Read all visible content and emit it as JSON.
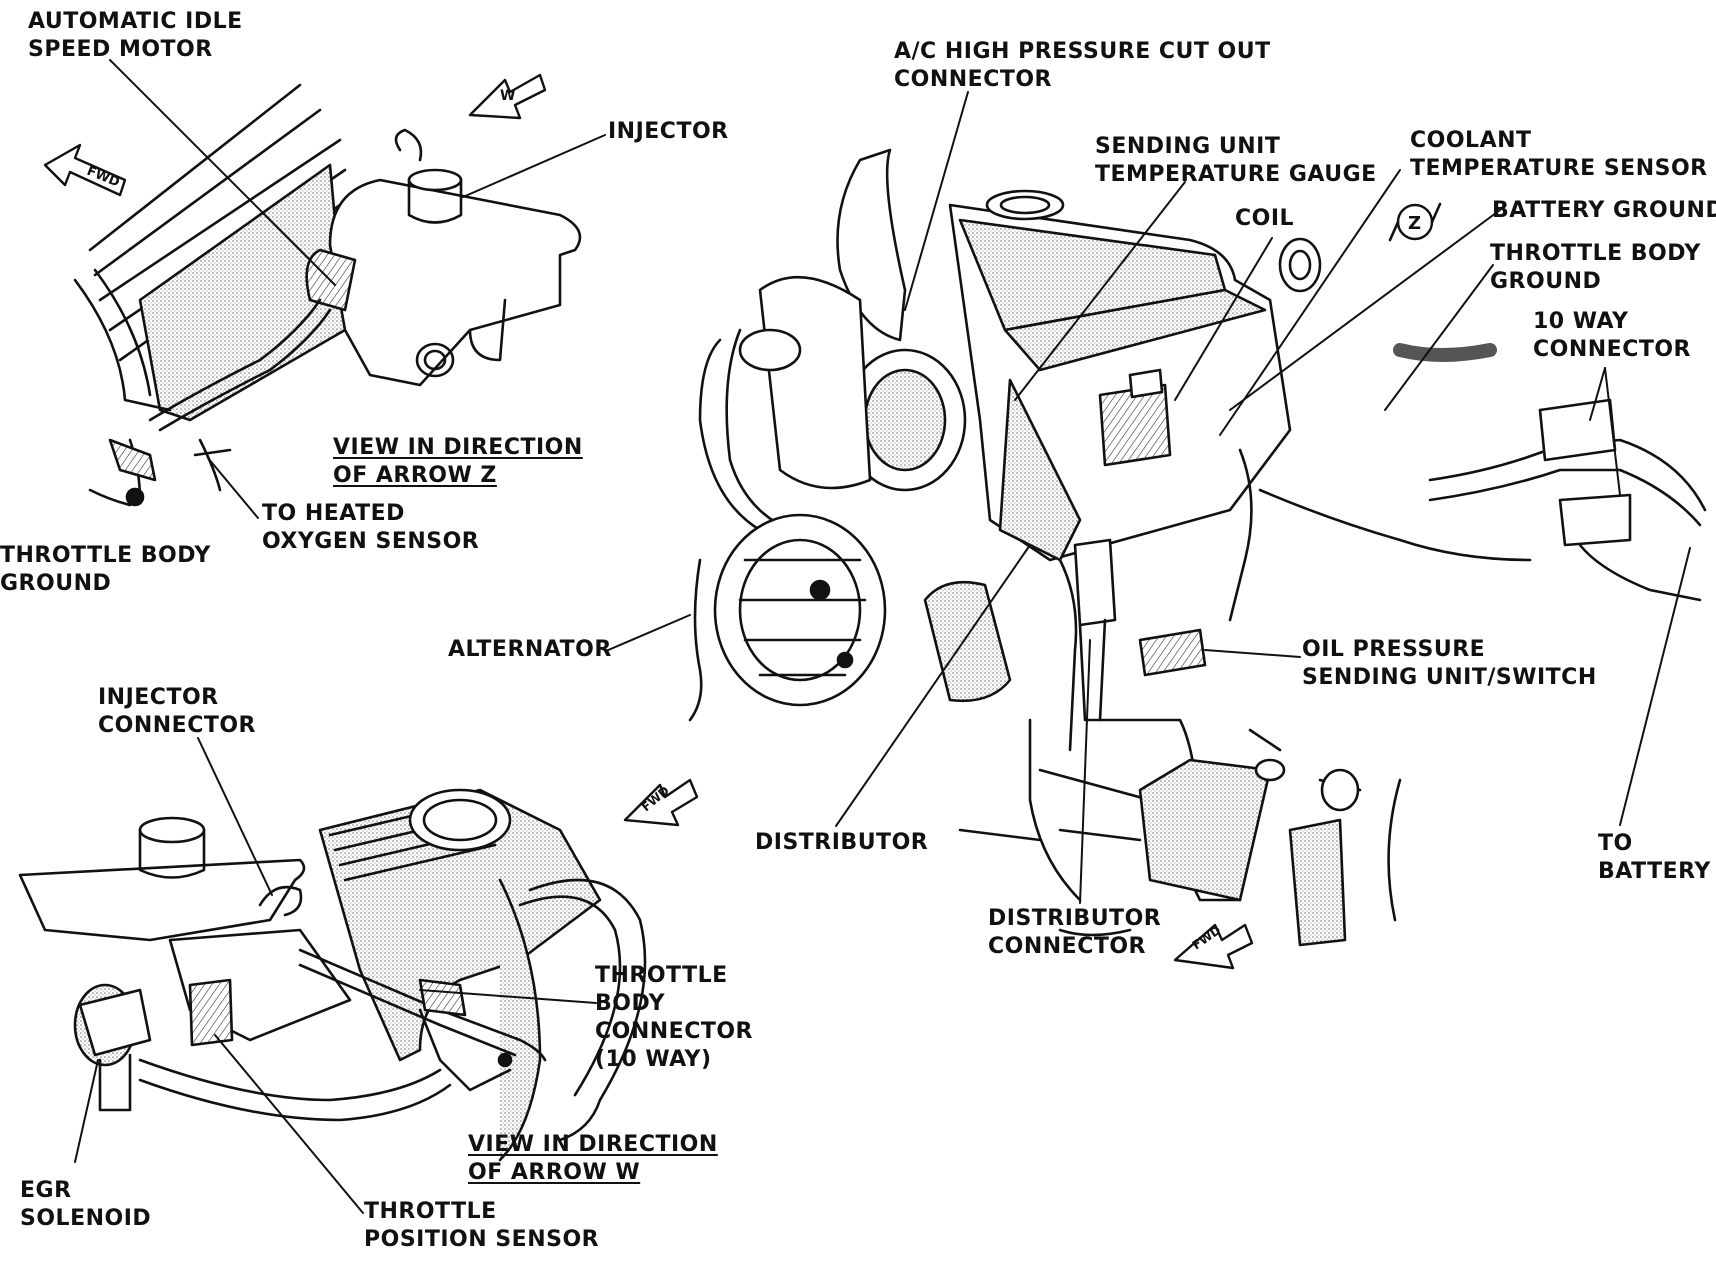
{
  "diagram": {
    "colors": {
      "ink": "#111111",
      "paper": "#ffffff",
      "shade": "#cfcfcf"
    },
    "arrows": {
      "fwd": "FWD",
      "w": "W",
      "z": "Z"
    },
    "labels": {
      "automatic_idle_speed_motor": [
        "AUTOMATIC IDLE",
        "SPEED MOTOR"
      ],
      "injector": [
        "INJECTOR"
      ],
      "view_arrow_z": [
        "VIEW IN DIRECTION",
        "OF ARROW Z"
      ],
      "to_heated_oxygen_sensor": [
        "TO HEATED",
        "OXYGEN SENSOR"
      ],
      "throttle_body_ground_left": [
        "THROTTLE BODY",
        "GROUND"
      ],
      "ac_high_pressure": [
        "A/C HIGH PRESSURE CUT OUT",
        "CONNECTOR"
      ],
      "sending_unit_temp_gauge": [
        "SENDING UNIT",
        "TEMPERATURE GAUGE"
      ],
      "coolant_temp_sensor": [
        "COOLANT",
        "TEMPERATURE SENSOR"
      ],
      "coil": [
        "COIL"
      ],
      "battery_ground": [
        "BATTERY GROUND"
      ],
      "throttle_body_ground_right": [
        "THROTTLE BODY",
        "GROUND"
      ],
      "ten_way_connector": [
        "10 WAY",
        "CONNECTOR"
      ],
      "alternator": [
        "ALTERNATOR"
      ],
      "oil_pressure": [
        "OIL PRESSURE",
        "SENDING UNIT/SWITCH"
      ],
      "distributor": [
        "DISTRIBUTOR"
      ],
      "to_battery": [
        "TO",
        "BATTERY"
      ],
      "distributor_connector": [
        "DISTRIBUTOR",
        "CONNECTOR"
      ],
      "injector_connector": [
        "INJECTOR",
        "CONNECTOR"
      ],
      "throttle_body_connector": [
        "THROTTLE",
        "BODY",
        "CONNECTOR",
        "(10 WAY)"
      ],
      "view_arrow_w": [
        "VIEW IN DIRECTION",
        "OF ARROW W"
      ],
      "egr_solenoid": [
        "EGR",
        "SOLENOID"
      ],
      "throttle_position_sensor": [
        "THROTTLE",
        "POSITION SENSOR"
      ]
    }
  }
}
